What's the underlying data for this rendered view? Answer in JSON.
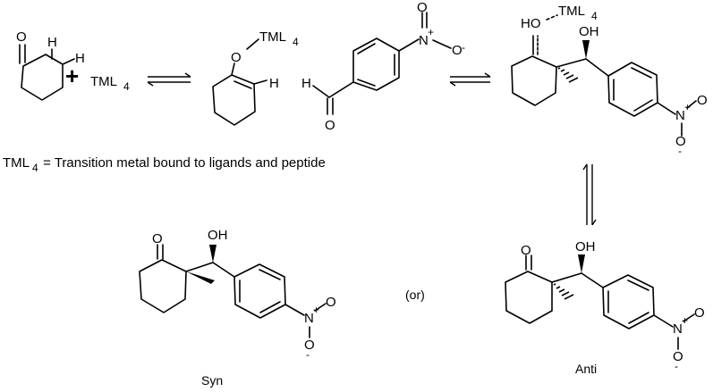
{
  "reagent": {
    "tml": "TML",
    "sub": "4"
  },
  "plus": "+",
  "legend": {
    "prefix": "TML",
    "sub": "4",
    "rest": " = Transition metal bound to ligands and peptide"
  },
  "atoms": {
    "O": "O",
    "H": "H",
    "OH": "OH",
    "HO": "HO",
    "N": "N",
    "plus_charge": "+",
    "minus_charge": "-"
  },
  "products": {
    "syn": "Syn",
    "or": "(or)",
    "anti": "Anti"
  }
}
